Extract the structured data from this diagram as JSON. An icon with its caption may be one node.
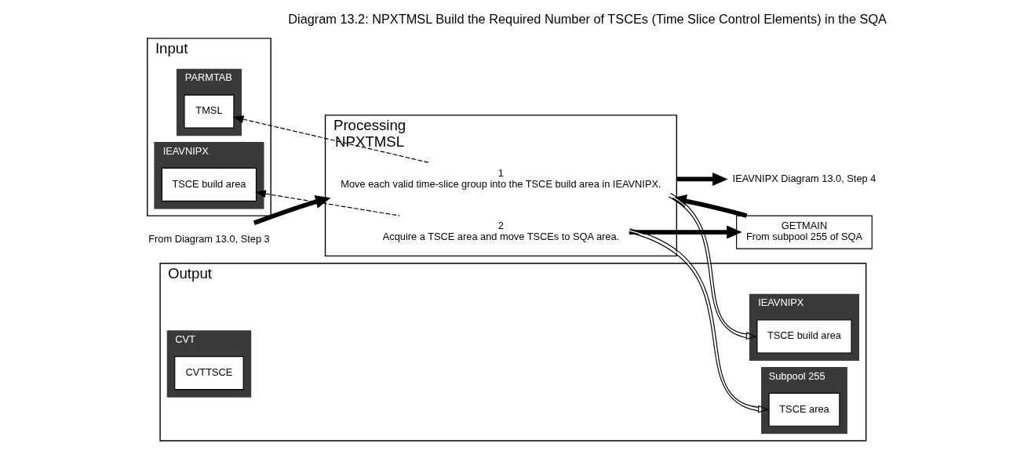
{
  "diagram": {
    "title": "Diagram 13.2: NPXTMSL Build the Required Number of TSCEs (Time Slice Control Elements) in the SQA",
    "nodes": [
      {
        "text": [
          "Input"
        ]
      },
      {
        "text": [
          "PARMTAB"
        ],
        "in": 0
      },
      {
        "text": [
          "TMSL"
        ],
        "in": 1
      },
      {
        "text": [
          "IEAVNIPX"
        ],
        "in": 0
      },
      {
        "text": [
          "TSCE build area"
        ],
        "in": 3
      },
      {
        "text": [
          "Processing",
          "NPXTMSL"
        ]
      },
      {
        "text": [
          "1",
          "Move each valid time-slice group into the TSCE build area in IEAVNIPX."
        ],
        "in": 5
      },
      {
        "text": [
          "2",
          "Acquire a TSCE area and move TSCEs to SQA area."
        ],
        "in": 5
      },
      {
        "text": [
          "GETMAIN",
          "From subpool 255 of SQA"
        ]
      },
      {
        "text": [
          "IEAVNIPX Diagram 13.0, Step 4"
        ]
      },
      {
        "text": [
          "From Diagram 13.0, Step 3"
        ]
      },
      {
        "text": [
          "Output"
        ]
      },
      {
        "text": [
          "IEAVNIPX"
        ],
        "in": 11
      },
      {
        "text": [
          "TSCE build area"
        ],
        "in": 12
      },
      {
        "text": [
          "Subpool 255"
        ],
        "in": 11
      },
      {
        "text": [
          "TSCE area"
        ],
        "in": 14
      },
      {
        "text": [
          "CVT"
        ],
        "in": 11
      },
      {
        "text": [
          "CVTTSCE"
        ],
        "in": 16
      }
    ],
    "edges": [
      {
        "from": 10,
        "to": 5,
        "arrow": "to",
        "style": "thick"
      },
      {
        "from": 6,
        "to": 2,
        "arrow": "to",
        "style": "dashed"
      },
      {
        "from": 6,
        "to": 13,
        "arrow": "to"
      },
      {
        "from": 7,
        "to": 4,
        "arrow": "to",
        "style": "dashed"
      },
      {
        "from": 7,
        "to": 8,
        "arrow": "to",
        "style": "thick"
      },
      {
        "from": 8,
        "to": 5,
        "arrow": "to",
        "style": "thick"
      },
      {
        "from": 7,
        "to": 15,
        "arrow": "to"
      },
      {
        "from": 5,
        "to": 9,
        "arrow": "to",
        "style": "thick"
      }
    ]
  }
}
